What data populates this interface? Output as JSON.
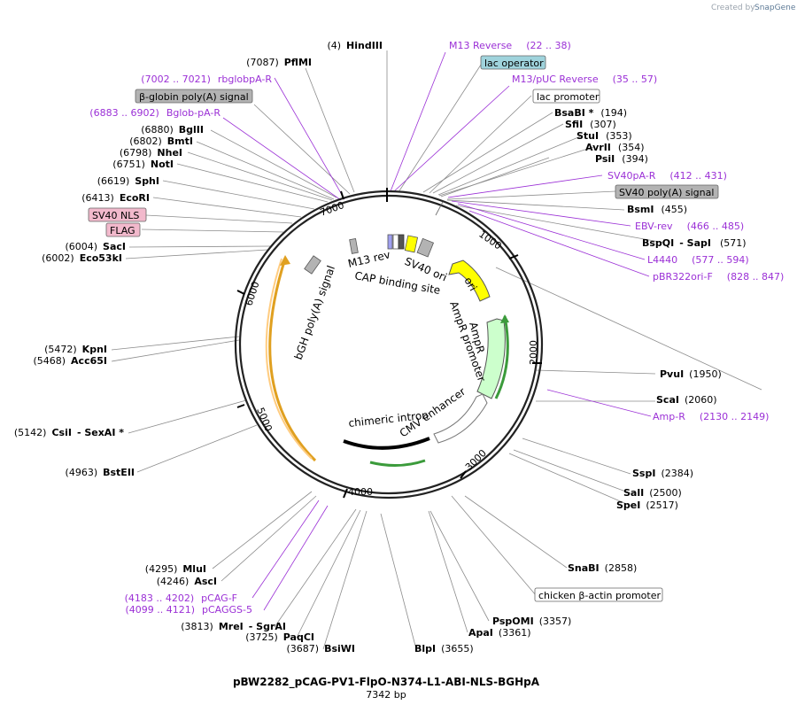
{
  "plasmid": {
    "name": "pBW2282_pCAG-PV1-FlpO-N374-L1-ABI-NLS-BGHpA",
    "size": "7342 bp"
  },
  "credit": {
    "created_by": "Created by",
    "brand": "SnapGene"
  },
  "ticks": [
    "1000",
    "2000",
    "3000",
    "4000",
    "5000",
    "6000",
    "7000"
  ],
  "features": {
    "ori": "ori",
    "ampr": "AmpR",
    "ampr_promoter": "AmpR promoter",
    "cmv_enhancer": "CMV enhancer",
    "chimeric_intron": "chimeric intron",
    "bgh": "bGH poly(A) signal",
    "m13rev": "M13 rev",
    "cap": "CAP binding site",
    "sv40ori": "SV40 ori"
  },
  "boxes": {
    "lac_operator": "lac operator",
    "lac_promoter": "lac promoter",
    "sv40_polya": "SV40 poly(A) signal",
    "bglobin": "β-globin poly(A) signal",
    "sv40_nls": "SV40 NLS",
    "flag": "FLAG",
    "chicken": "chicken β-actin promoter"
  },
  "sites": {
    "hindiii": {
      "pos": "(4)",
      "name": "HindIII"
    },
    "pflmi": {
      "pos": "(7087)",
      "name": "PflMI"
    },
    "bglii": {
      "pos": "(6880)",
      "name": "BglII"
    },
    "bmti": {
      "pos": "(6802)",
      "name": "BmtI"
    },
    "nhei": {
      "pos": "(6798)",
      "name": "NheI"
    },
    "noti": {
      "pos": "(6751)",
      "name": "NotI"
    },
    "sphi": {
      "pos": "(6619)",
      "name": "SphI"
    },
    "ecori": {
      "pos": "(6413)",
      "name": "EcoRI"
    },
    "saci": {
      "pos": "(6004)",
      "name": "SacI"
    },
    "eco53ki": {
      "pos": "(6002)",
      "name": "Eco53kI"
    },
    "kpni": {
      "pos": "(5472)",
      "name": "KpnI"
    },
    "acc65i": {
      "pos": "(5468)",
      "name": "Acc65I"
    },
    "csii": {
      "pos": "(5142)",
      "name": "CsiI",
      "extra": "- SexAI *"
    },
    "bsteii": {
      "pos": "(4963)",
      "name": "BstEII"
    },
    "mlui": {
      "pos": "(4295)",
      "name": "MluI"
    },
    "asci": {
      "pos": "(4246)",
      "name": "AscI"
    },
    "mrei": {
      "pos": "(3813)",
      "name": "MreI",
      "extra": "- SgrAI"
    },
    "paqci": {
      "pos": "(3725)",
      "name": "PaqCI"
    },
    "bsiwi": {
      "pos": "(3687)",
      "name": "BsiWI"
    },
    "blpi": {
      "name": "BlpI",
      "pos": "(3655)"
    },
    "apai": {
      "name": "ApaI",
      "pos": "(3361)"
    },
    "pspomi": {
      "name": "PspOMI",
      "pos": "(3357)"
    },
    "snabi": {
      "name": "SnaBI",
      "pos": "(2858)"
    },
    "spei": {
      "name": "SpeI",
      "pos": "(2517)"
    },
    "sali": {
      "name": "SalI",
      "pos": "(2500)"
    },
    "sspi": {
      "name": "SspI",
      "pos": "(2384)"
    },
    "scai": {
      "name": "ScaI",
      "pos": "(2060)"
    },
    "pvui": {
      "name": "PvuI",
      "pos": "(1950)"
    },
    "bspqi": {
      "name": "BspQI",
      "extra": "- SapI",
      "pos": "(571)"
    },
    "bsmi": {
      "name": "BsmI",
      "pos": "(455)"
    },
    "psti": {
      "name": "PsiI",
      "pos": "(394)"
    },
    "avrii": {
      "name": "AvrII",
      "pos": "(354)"
    },
    "stui": {
      "name": "StuI",
      "pos": "(353)"
    },
    "sfii": {
      "name": "SfiI",
      "pos": "(307)"
    },
    "bsabi": {
      "name": "BsaBI *",
      "pos": "(194)"
    }
  },
  "primers": {
    "m13reverse": {
      "name": "M13 Reverse",
      "range": "(22 .. 38)"
    },
    "m13puc": {
      "name": "M13/pUC Reverse",
      "range": "(35 .. 57)"
    },
    "rbglobpa": {
      "range": "(7002 .. 7021)",
      "name": "rbglobpA-R"
    },
    "bglobpa": {
      "range": "(6883 .. 6902)",
      "name": "Bglob-pA-R"
    },
    "sv40pa": {
      "name": "SV40pA-R",
      "range": "(412 .. 431)"
    },
    "ebvrev": {
      "name": "EBV-rev",
      "range": "(466 .. 485)"
    },
    "l4440": {
      "name": "L4440",
      "range": "(577 .. 594)"
    },
    "pbr322": {
      "name": "pBR322ori-F",
      "range": "(828 .. 847)"
    },
    "ampr": {
      "name": "Amp-R",
      "range": "(2130 .. 2149)"
    },
    "pcagf": {
      "range": "(4183 .. 4202)",
      "name": "pCAG-F"
    },
    "pcaggs5": {
      "range": "(4099 .. 4121)",
      "name": "pCAGGS-5"
    }
  },
  "colors": {
    "purple": "#9b30d6",
    "ori": "#ffff00",
    "ampr": "#ccffcc",
    "bgh": "#ffcc80",
    "lac_operator": "#9fd3dc",
    "grey_box": "#b3b3b3",
    "pink_box": "#f2b9cc",
    "arrow_green": "#2f8a2f"
  }
}
